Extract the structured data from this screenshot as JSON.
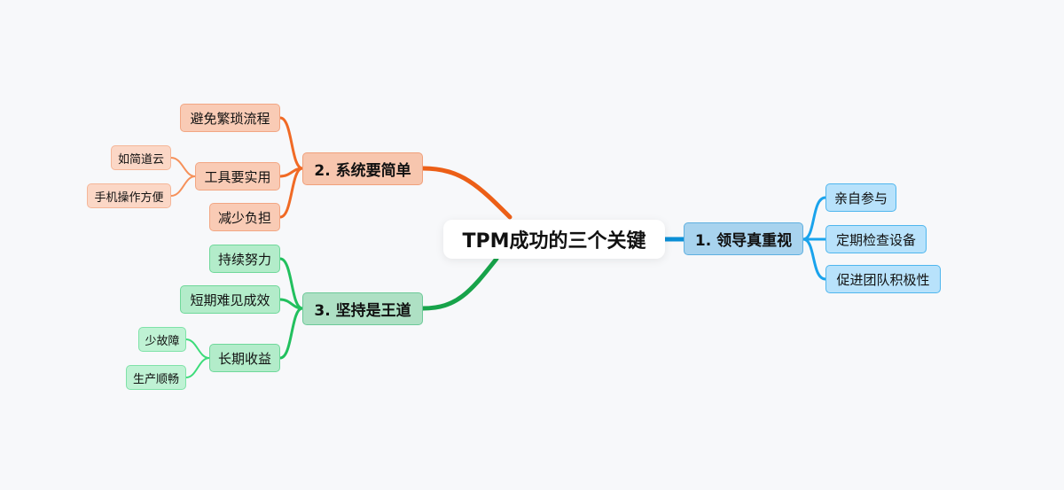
{
  "root": "TPM成功的三个关键",
  "branches": [
    {
      "label": "1. 领导真重视",
      "color": "#0b8fd6",
      "children": [
        {
          "label": "亲自参与"
        },
        {
          "label": "定期检查设备"
        },
        {
          "label": "促进团队积极性"
        }
      ]
    },
    {
      "label": "2. 系统要简单",
      "color": "#ec5f17",
      "children": [
        {
          "label": "避免繁琐流程"
        },
        {
          "label": "工具要实用",
          "children": [
            {
              "label": "如简道云"
            },
            {
              "label": "手机操作方便"
            }
          ]
        },
        {
          "label": "减少负担"
        }
      ]
    },
    {
      "label": "3. 坚持是王道",
      "color": "#17a34a",
      "children": [
        {
          "label": "持续努力"
        },
        {
          "label": "短期难见成效"
        },
        {
          "label": "长期收益",
          "children": [
            {
              "label": "少故障"
            },
            {
              "label": "生产顺畅"
            }
          ]
        }
      ]
    }
  ]
}
